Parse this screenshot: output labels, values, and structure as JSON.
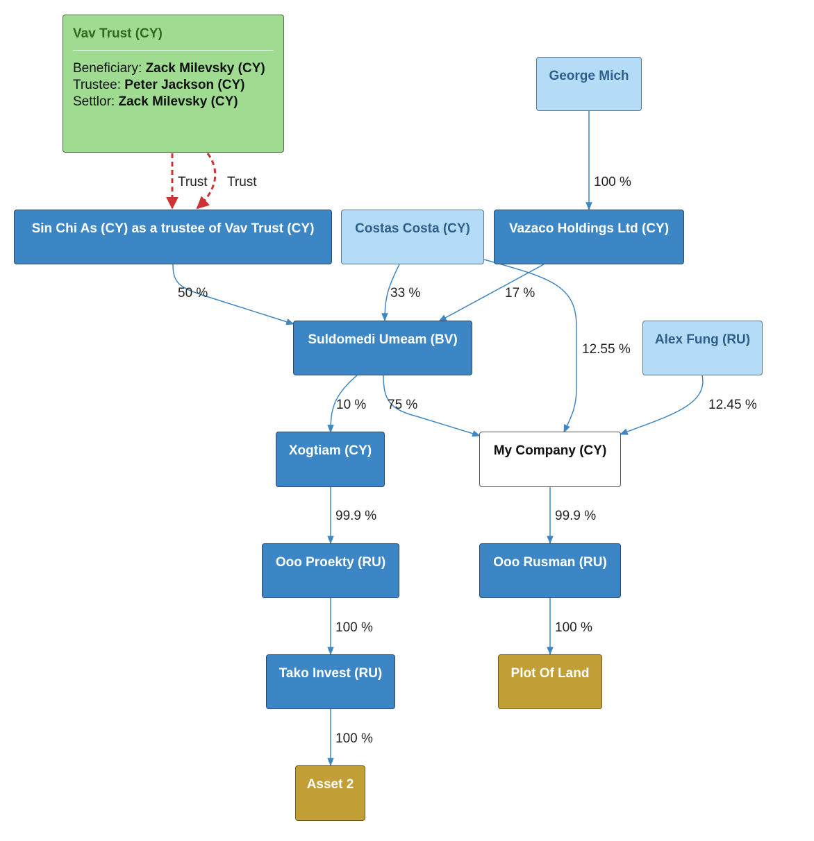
{
  "trust": {
    "title": "Vav Trust (CY)",
    "beneficiary_label": "Beneficiary:",
    "beneficiary": "Zack Milevsky (CY)",
    "trustee_label": "Trustee:",
    "trustee": "Peter Jackson (CY)",
    "settlor_label": "Settlor:",
    "settlor": "Zack Milevsky (CY)"
  },
  "nodes": {
    "george": "George Mich",
    "sinchi": "Sin Chi As (CY) as a trustee of Vav Trust (CY)",
    "costas": "Costas Costa (CY)",
    "vazaco": "Vazaco Holdings Ltd (CY)",
    "suldomedi": "Suldomedi Umeam (BV)",
    "alex": "Alex Fung (RU)",
    "xogtiam": "Xogtiam (CY)",
    "mycompany": "My Company (CY)",
    "proekty": "Ooo Proekty (RU)",
    "rusman": "Ooo Rusman (RU)",
    "tako": "Tako Invest (RU)",
    "plot": "Plot Of Land",
    "asset2": "Asset 2"
  },
  "edges": {
    "trust_1": "Trust",
    "trust_2": "Trust",
    "george_vazaco": "100 %",
    "sinchi_suldomedi": "50 %",
    "costas_suldomedi": "33 %",
    "vazaco_suldomedi": "17 %",
    "costas_mycompany": "12.55 %",
    "suldomedi_xogtiam": "10 %",
    "suldomedi_mycompany": "75 %",
    "alex_mycompany": "12.45 %",
    "xogtiam_proekty": "99.9 %",
    "mycompany_rusman": "99.9 %",
    "proekty_tako": "100 %",
    "rusman_plot": "100 %",
    "tako_asset2": "100 %"
  },
  "colors": {
    "entity": "#3d86c6",
    "person": "#b5dcf6",
    "target": "#ffffff",
    "asset": "#c19f36",
    "trust": "#9fdc91",
    "edge": "#3f87c2",
    "trust_edge": "#cc3333"
  }
}
